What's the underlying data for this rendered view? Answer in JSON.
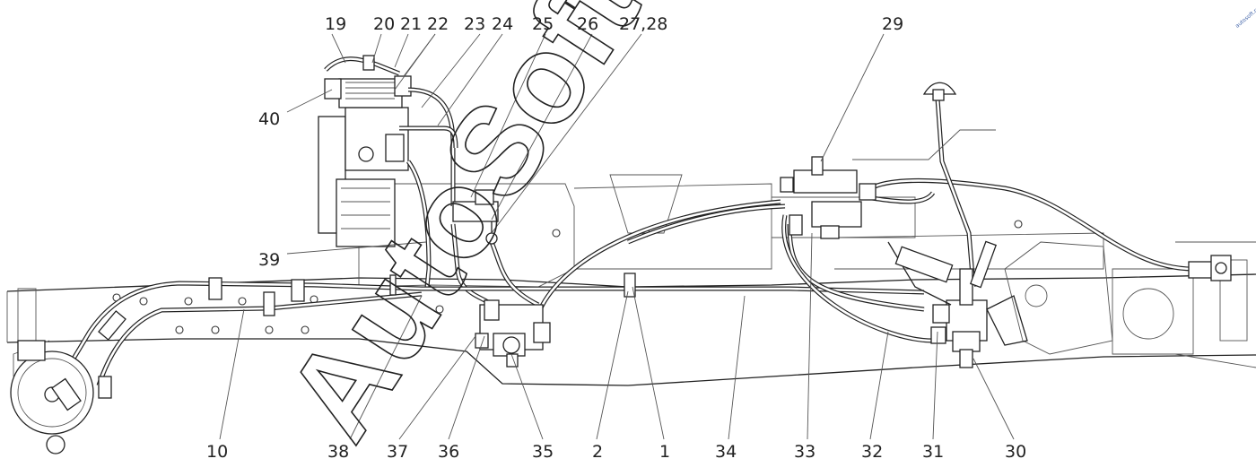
{
  "callouts_top": [
    "19",
    "20",
    "21",
    "22",
    "23",
    "24",
    "25",
    "26",
    "27,28",
    "29"
  ],
  "callouts_bottom": [
    "10",
    "38",
    "37",
    "36",
    "35",
    "2",
    "1",
    "34",
    "33",
    "32",
    "31",
    "30"
  ],
  "callouts_left": [
    "40",
    "39"
  ],
  "watermark": {
    "text": "AutoSoft",
    "corner": "autosoft.ru"
  }
}
